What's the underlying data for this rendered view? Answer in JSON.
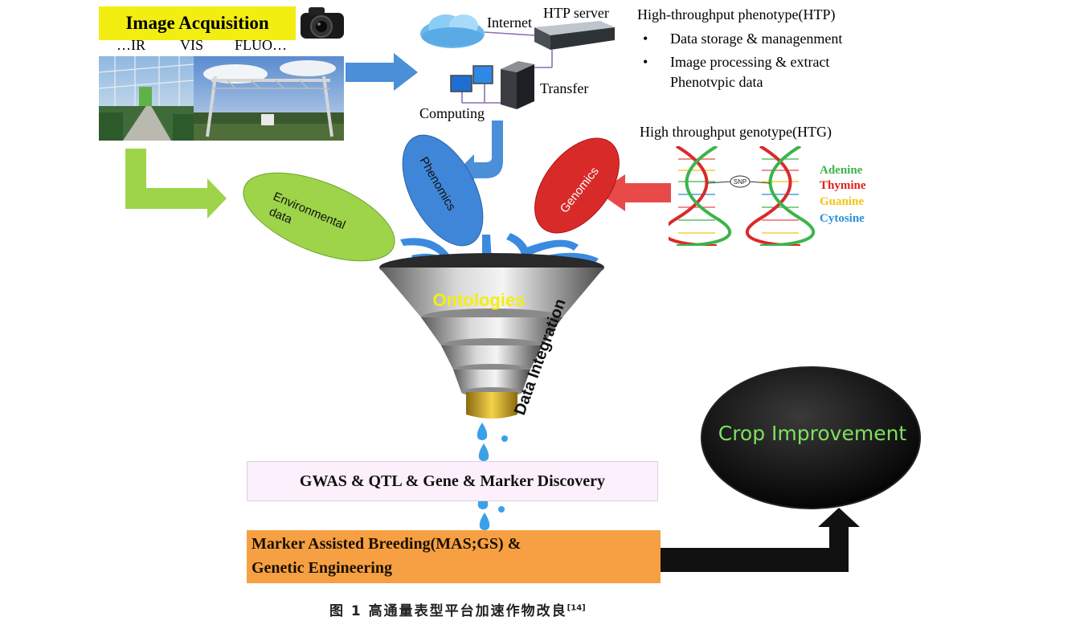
{
  "acquisition": {
    "title": "Image Acquisition",
    "modes": [
      "…IR",
      "VIS",
      "FLUO…"
    ]
  },
  "network": {
    "internet": "Internet",
    "server": "HTP server",
    "transfer": "Transfer",
    "computing": "Computing"
  },
  "htp": {
    "title": "High-throughput phenotype(HTP)",
    "bullet1": "Data storage & managenment",
    "bullet2": "Image processing & extract",
    "bullet2b": "Phenotvpic data"
  },
  "htg": {
    "title": "High throughput genotype(HTG)",
    "snp": "SNP",
    "bases": [
      {
        "name": "Adenine",
        "color": "#3cb44b"
      },
      {
        "name": "Thymine",
        "color": "#e0201b"
      },
      {
        "name": "Guanine",
        "color": "#f2c40f"
      },
      {
        "name": "Cytosine",
        "color": "#2a8fd8"
      }
    ]
  },
  "ovals": {
    "environmental_1": "Environmental",
    "environmental_2": "data",
    "phenomics": "Phenomics",
    "genomics": "Genomics"
  },
  "funnel": {
    "ontologies": "Ontologies",
    "integration": "Data Integration"
  },
  "outputs": {
    "gwas": "GWAS & QTL & Gene & Marker Discovery",
    "mas_line1": "Marker Assisted Breeding(MAS;GS) &",
    "mas_line2": "Genetic Engineering",
    "crop": "Crop Improvement"
  },
  "caption": {
    "text": "图 1  高通量表型平台加速作物改良",
    "ref": "[14]"
  },
  "colors": {
    "title_bg": "#f2ee12",
    "blue_arrow": "#4a8fd8",
    "green_arrow": "#9ed44a",
    "red_arrow": "#e84a4a",
    "env_oval": "#9ed44a",
    "phen_oval": "#3f86d8",
    "gen_oval": "#d92a2a",
    "mas_bg": "#f6a043",
    "gwas_bg": "#fbf0fb",
    "crop_bg": "#111111",
    "crop_text": "#7fe060",
    "ontologies_text": "#f2ee12"
  }
}
